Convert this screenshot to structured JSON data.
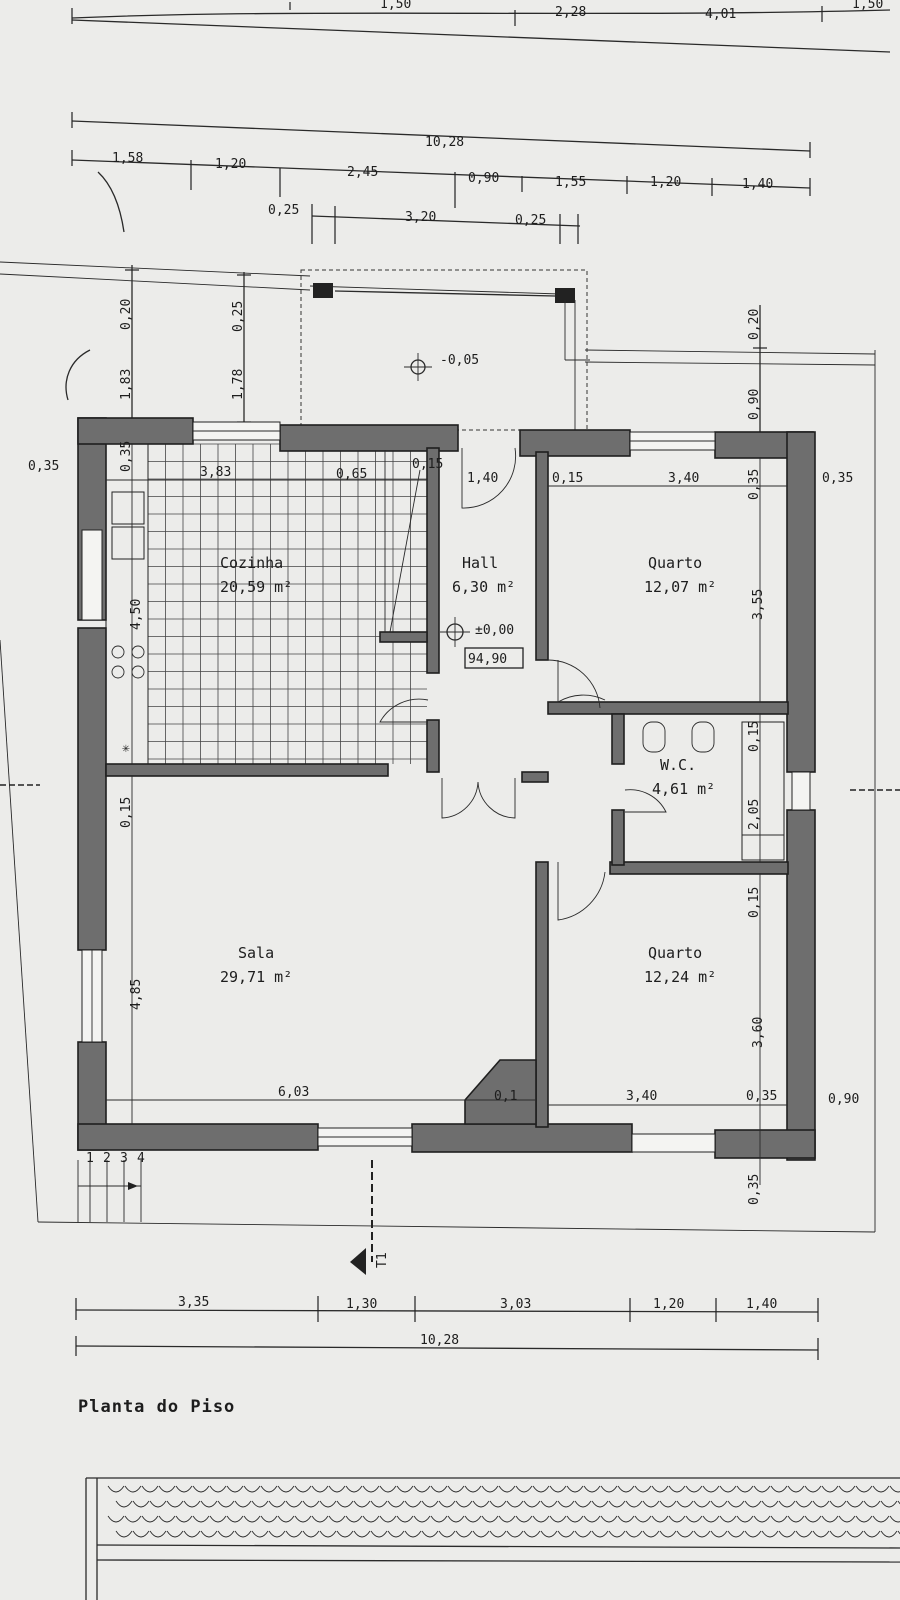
{
  "drawing": {
    "title": "Planta do Piso",
    "colors": {
      "paper": "#e9e9e6",
      "ink": "#1d1d1d",
      "wall_fill": "#6e6e6e"
    },
    "top_partial_dims": [
      "1,50",
      "2,28",
      "4,01",
      "1,50"
    ],
    "top_total": "10,28",
    "top_dims": [
      "1,58",
      "1,20",
      "2,45",
      "0,90",
      "1,55",
      "1,20",
      "1,40"
    ],
    "porch_dims": [
      "0,25",
      "3,20",
      "0,25"
    ],
    "left_dims": [
      "0,20",
      "1,83"
    ],
    "porch_left_dims": [
      "0,25",
      "1,78"
    ],
    "right_dims": [
      "0,20",
      "0,90"
    ],
    "terrace_level": "-0,05",
    "wall_35_left": "0,35",
    "wall_35_right": "0,35",
    "kitchen_dims": [
      "3,83",
      "0,65",
      "0,15"
    ],
    "kitchen_top_vertical": "0,35",
    "kitchen_height": "4,50",
    "hall_width": "1,40",
    "quarto1_dims": [
      "0,15",
      "3,40"
    ],
    "quarto1_top_vertical": "0,35",
    "quarto1_height": "3,55",
    "floor_level": "±0,00",
    "floor_elevation": "94,90",
    "wc_dims": [
      "0,15",
      "2,05"
    ],
    "sala_top_vertical": "0,15",
    "sala_height": "4,85",
    "sala_width": "6,03",
    "fireplace_dim": "0,1",
    "quarto2_top_vertical": "0,15",
    "quarto2_height": "3,60",
    "quarto2_width": "3,40",
    "quarto2_wall": "0,35",
    "right_ext": "0,90",
    "bottom_vertical": "0,35",
    "stairs_steps": [
      "1",
      "2",
      "3",
      "4"
    ],
    "section_mark": "T1",
    "bottom_dims": [
      "3,35",
      "1,30",
      "3,03",
      "1,20",
      "1,40"
    ],
    "bottom_total": "10,28",
    "rooms": [
      {
        "name": "Cozinha",
        "area": "20,59 m²"
      },
      {
        "name": "Hall",
        "area": "6,30 m²"
      },
      {
        "name": "Quarto",
        "area": "12,07 m²"
      },
      {
        "name": "W.C.",
        "area": "4,61 m²"
      },
      {
        "name": "Sala",
        "area": "29,71 m²"
      },
      {
        "name": "Quarto",
        "area": "12,24 m²"
      }
    ]
  }
}
